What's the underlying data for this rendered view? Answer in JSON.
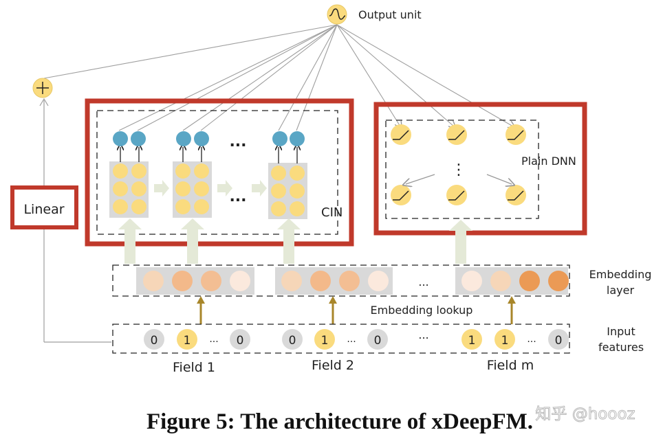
{
  "labels": {
    "output_unit": "Output unit",
    "linear": "Linear",
    "cin": "CIN",
    "plain_dnn": "Plain DNN",
    "embedding_layer_line1": "Embedding",
    "embedding_layer_line2": "layer",
    "embedding_lookup": "Embedding lookup",
    "input_features_line1": "Input",
    "input_features_line2": "features",
    "ellipsis": "...",
    "vertical_dots": "⋮"
  },
  "fields": [
    {
      "name": "Field 1",
      "values": [
        "0",
        "1",
        "0"
      ]
    },
    {
      "name": "Field 2",
      "values": [
        "0",
        "1",
        "0"
      ]
    },
    {
      "name": "Field m",
      "values": [
        "1",
        "1",
        "0"
      ]
    }
  ],
  "caption": "Figure 5: The architecture of xDeepFM.",
  "watermark": "知乎 @hoooz",
  "colors": {
    "red_border": "#c0392b",
    "yellow_node": "#fadb7e",
    "blue_node": "#5aa6c5",
    "gray_panel": "#d9d9d9",
    "arrow_green": "#e4e9d7",
    "arrow_gold": "#a8862a"
  }
}
